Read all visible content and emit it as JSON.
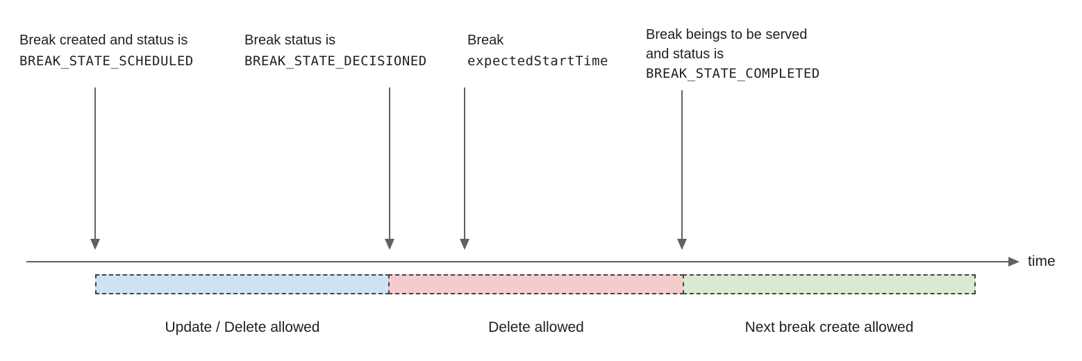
{
  "annotations": [
    {
      "line1": "Break created and status is",
      "code": "BREAK_STATE_SCHEDULED"
    },
    {
      "line1": "Break status is",
      "code": "BREAK_STATE_DECISIONED"
    },
    {
      "line1": "Break",
      "code": "expectedStartTime"
    },
    {
      "line1": "Break beings to be served",
      "line2": "and status is",
      "code": "BREAK_STATE_COMPLETED"
    }
  ],
  "timeline": {
    "label": "time"
  },
  "segments": [
    {
      "label": "Update / Delete allowed",
      "color": "#cfe2f3"
    },
    {
      "label": "Delete allowed",
      "color": "#f4cccc"
    },
    {
      "label": "Next break create allowed",
      "color": "#d9ead3"
    }
  ],
  "colors": {
    "line": "#616161",
    "segment_border": "#434343",
    "text": "#1f1f1f"
  }
}
